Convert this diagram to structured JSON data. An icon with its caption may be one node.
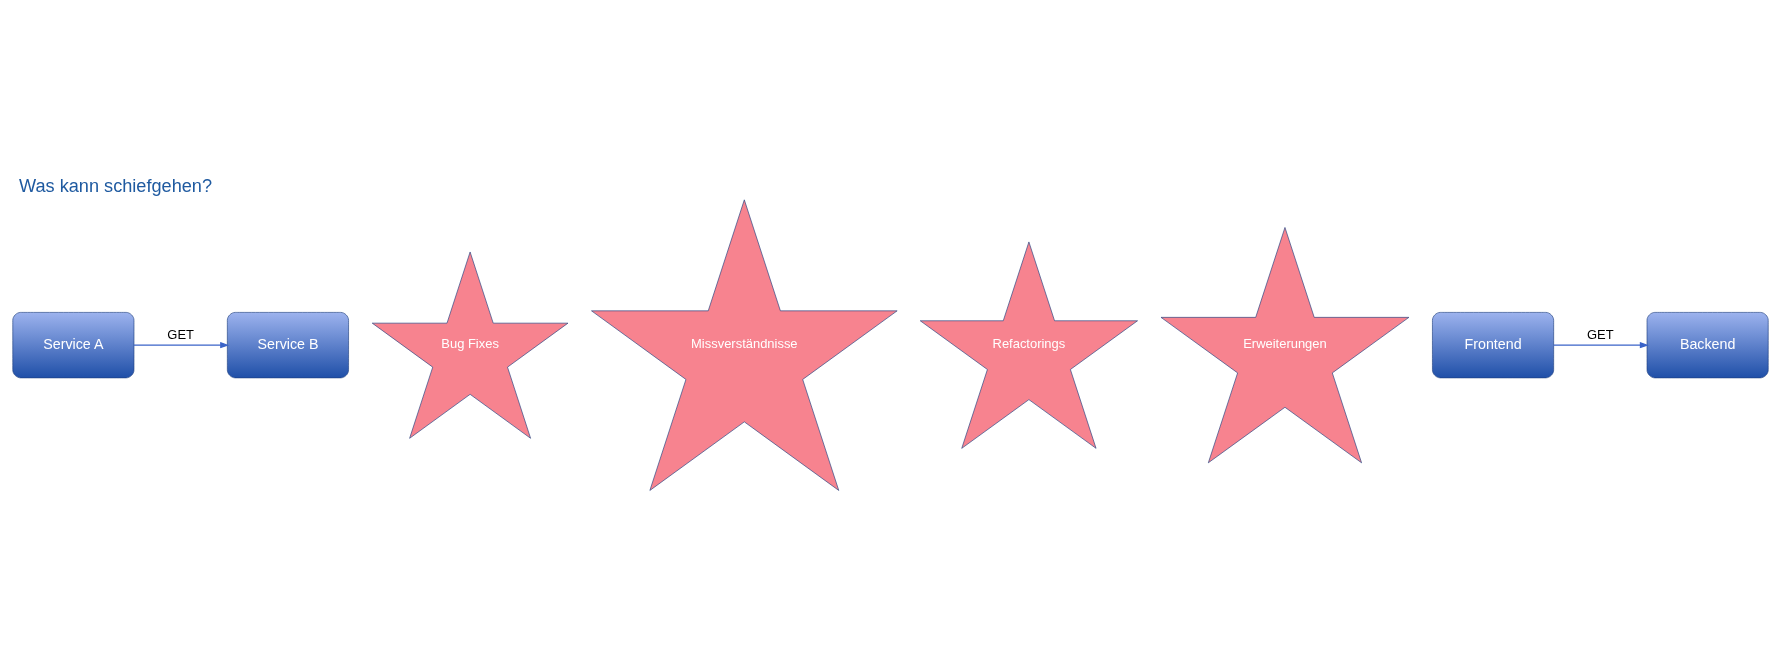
{
  "diagram": {
    "title": "Was kann schiefgehen?",
    "nodes": [
      {
        "text": [
          "Service A"
        ]
      },
      {
        "text": [
          "Service B"
        ]
      },
      {
        "text": [
          "Bug Fixes"
        ]
      },
      {
        "text": [
          "Missverständnisse"
        ]
      },
      {
        "text": [
          "Refactorings"
        ]
      },
      {
        "text": [
          "Erweiterungen"
        ]
      },
      {
        "text": [
          "Frontend"
        ]
      },
      {
        "text": [
          "Backend"
        ]
      }
    ],
    "edges": [
      {
        "from": 0,
        "to": 1,
        "arrow": "to",
        "label": "GET"
      },
      {
        "from": 6,
        "to": 7,
        "arrow": "to",
        "label": "GET"
      }
    ]
  }
}
